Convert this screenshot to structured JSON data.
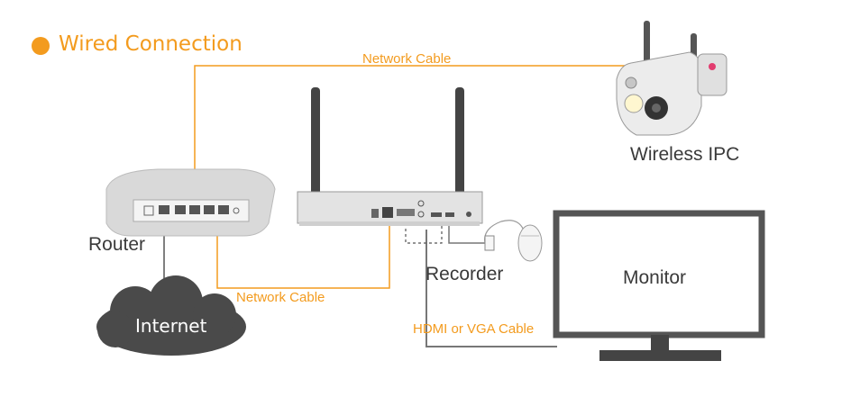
{
  "title": "Wired Connection",
  "labels": {
    "network_cable_top": "Network Cable",
    "network_cable_bottom": "Network Cable",
    "hdmi_vga": "HDMI or VGA Cable",
    "router": "Router",
    "recorder": "Recorder",
    "wireless_ipc": "Wireless IPC",
    "monitor": "Monitor",
    "internet": "Internet"
  },
  "colors": {
    "accent": "#f39b1e",
    "device_gray": "#3a3a3a",
    "cloud": "#4a4a4a"
  }
}
